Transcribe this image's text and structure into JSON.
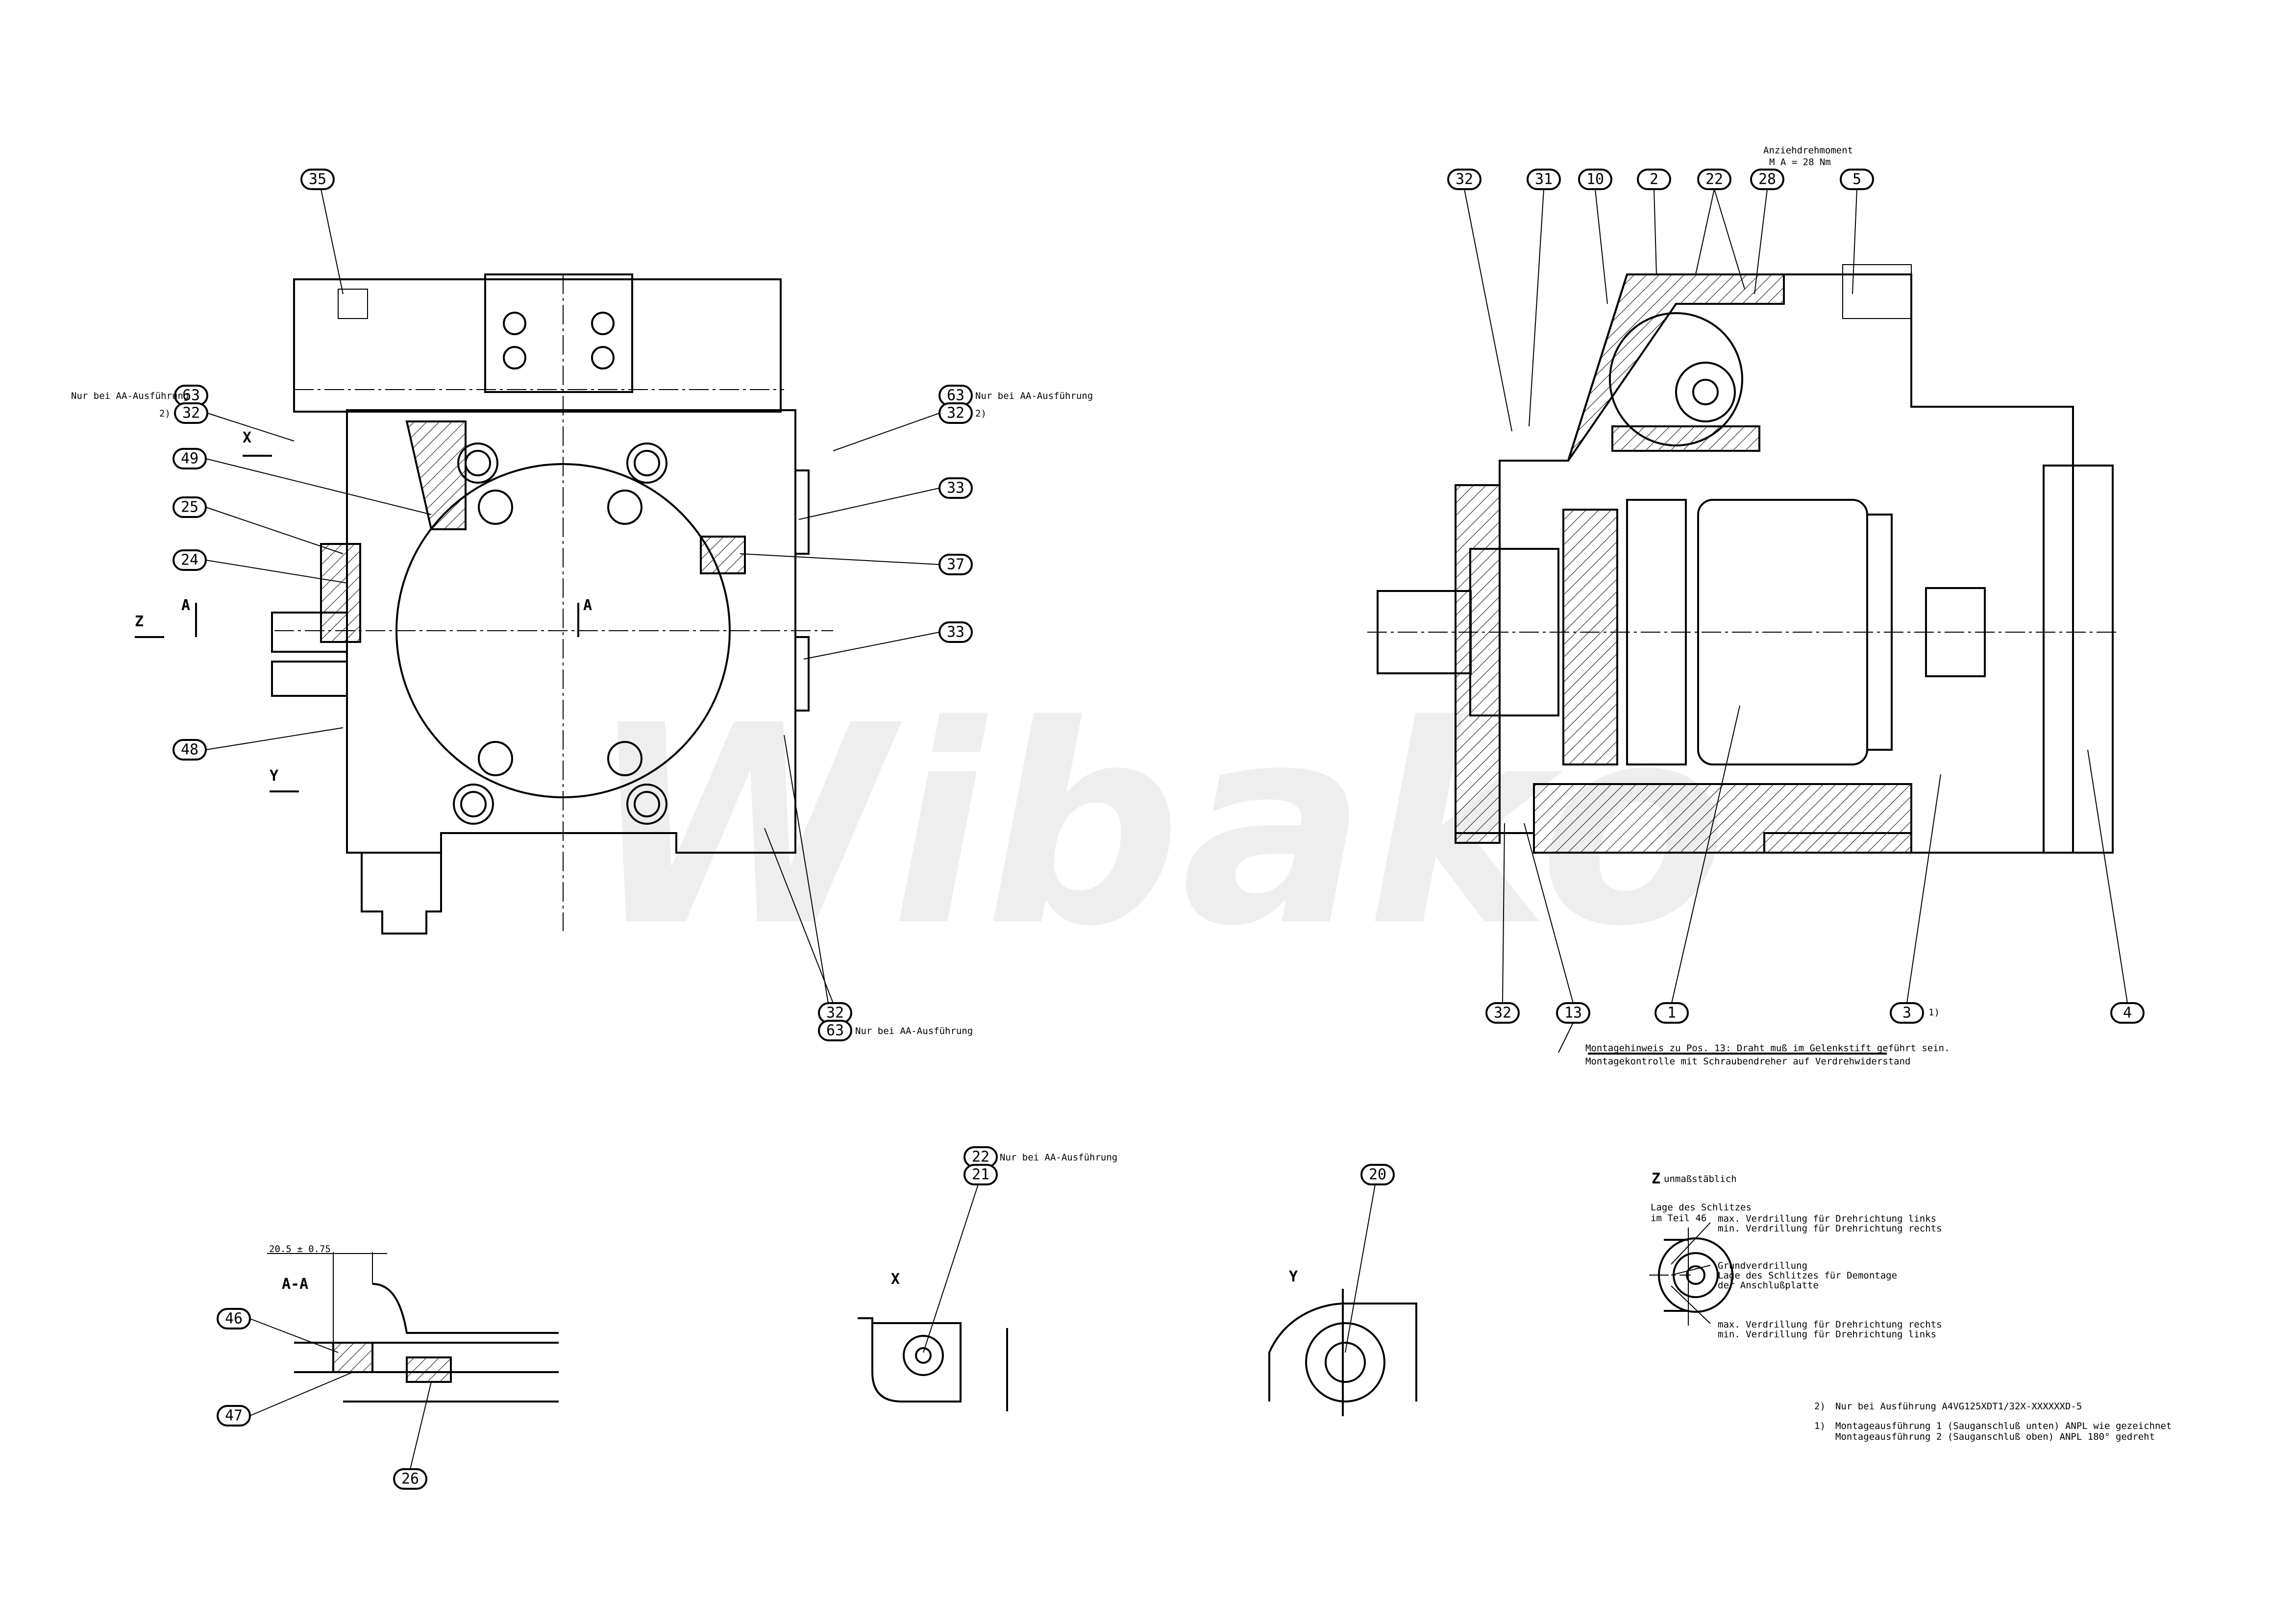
{
  "watermark": "Wibako",
  "left_view": {
    "balloons": [
      "35",
      "63",
      "32",
      "49",
      "25",
      "24",
      "48",
      "63",
      "32",
      "33",
      "37",
      "33",
      "32",
      "63"
    ],
    "note_aa": "Nur bei AA-Ausführung",
    "footnote_2": "2)",
    "view_labels": {
      "x": "X",
      "y": "Y",
      "z": "Z",
      "a": "A"
    }
  },
  "section_view": {
    "balloons_top": [
      "32",
      "31",
      "10",
      "2",
      "22",
      "28",
      "5"
    ],
    "balloons_bottom": [
      "32",
      "13",
      "1",
      "3",
      "4"
    ],
    "footnote_1": "1)",
    "torque_title": "Anziehdrehmoment",
    "torque_value": "M A = 28 Nm",
    "assembly_note_1": "Montagehinweis zu Pos. 13: Draht muß im Gelenkstift geführt sein.",
    "assembly_note_2": "Montagekontrolle mit Schraubendreher auf Verdrehwiderstand"
  },
  "detail_aa": {
    "title": "A-A",
    "dimension": "20.5  ± 0.75",
    "balloons": [
      "46",
      "47",
      "26"
    ]
  },
  "detail_x": {
    "title": "X",
    "balloons": [
      "22",
      "21"
    ],
    "note": "Nur bei AA-Ausführung"
  },
  "detail_y": {
    "title": "Y",
    "balloons": [
      "20"
    ]
  },
  "detail_z": {
    "title": "Z",
    "subtitle": "unmaßstäblich",
    "slot_label_1": "Lage des Schlitzes",
    "slot_label_2": "im Teil 46",
    "note_top_1": "max. Verdrillung für Drehrichtung links",
    "note_top_2": "min. Verdrillung für Drehrichtung rechts",
    "note_mid_1": "Grundverdrillung",
    "note_mid_2": "Lage des Schlitzes für Demontage",
    "note_mid_3": "der Anschlußplatte",
    "note_bot_1": "max. Verdrillung für Drehrichtung rechts",
    "note_bot_2": "min. Verdrillung für Drehrichtung links"
  },
  "footnotes": {
    "fn2_mark": "2)",
    "fn2_text": "Nur bei Ausführung A4VG125XDT1/32X-XXXXXXD-5",
    "fn1_mark": "1)",
    "fn1_text_1": "Montageausführung 1 (Sauganschluß unten) ANPL wie gezeichnet",
    "fn1_text_2": "Montageausführung 2 (Sauganschluß oben) ANPL 180° gedreht"
  }
}
